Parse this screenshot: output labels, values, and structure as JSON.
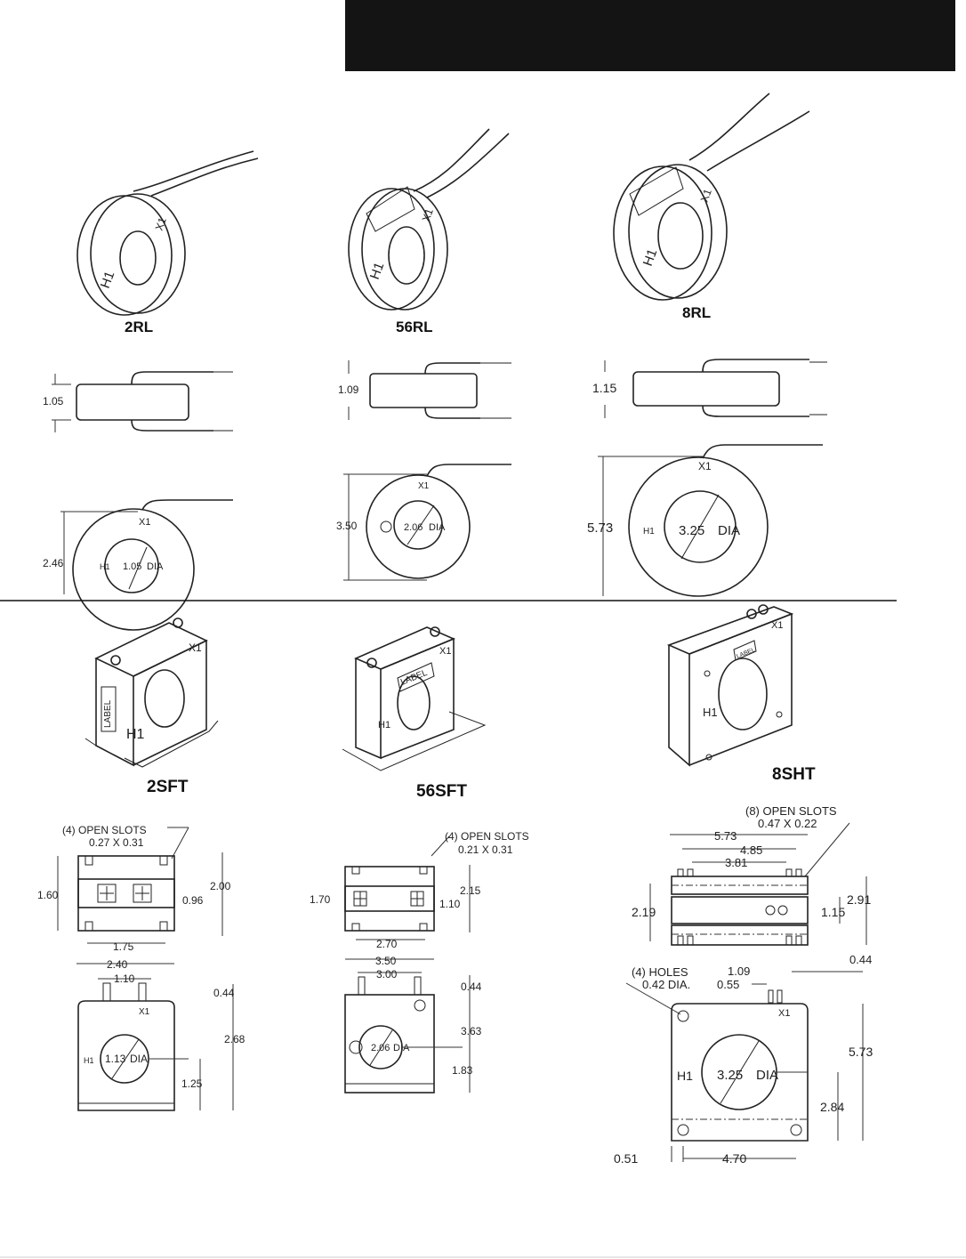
{
  "models": {
    "rl_2": "2RL",
    "rl_56": "56RL",
    "rl_8": "8RL",
    "sft_2": "2SFT",
    "sft_56": "56SFT",
    "sht_8": "8SHT"
  },
  "markings": {
    "x1": "X1",
    "h1": "H1",
    "label": "LABEL"
  },
  "rl_2": {
    "height": "1.05",
    "od": "2.46",
    "id": "1.05",
    "dia": "DIA"
  },
  "rl_56": {
    "height": "1.09",
    "od": "3.50",
    "id": "2.06",
    "dia": "DIA"
  },
  "rl_8": {
    "height": "1.15",
    "od": "5.73",
    "id": "3.25",
    "dia": "DIA"
  },
  "sft_2": {
    "slots_note": "(4) OPEN SLOTS",
    "slots_size": "0.27 X 0.31",
    "d_160": "1.60",
    "d_200": "2.00",
    "d_096": "0.96",
    "d_175": "1.75",
    "d_240": "2.40",
    "d_110": "1.10",
    "d_044": "0.44",
    "d_268": "2.68",
    "d_125": "1.25",
    "id": "1.13",
    "dia": "DIA"
  },
  "sft_56": {
    "slots_note": "(4) OPEN SLOTS",
    "slots_size": "0.21 X 0.31",
    "d_170": "1.70",
    "d_215": "2.15",
    "d_110": "1.10",
    "d_270": "2.70",
    "d_350": "3.50",
    "d_300": "3.00",
    "d_044": "0.44",
    "d_363": "3.63",
    "d_183": "1.83",
    "id": "2.06",
    "dia": "DIA"
  },
  "sht_8": {
    "slots_note": "(8) OPEN SLOTS",
    "slots_size": "0.47 X 0.22",
    "d_573w": "5.73",
    "d_485": "4.85",
    "d_381": "3.81",
    "d_219": "2.19",
    "d_291": "2.91",
    "d_115": "1.15",
    "holes_note": "(4) HOLES",
    "holes_size": "0.42 DIA.",
    "d_109": "1.09",
    "d_055": "0.55",
    "d_044": "0.44",
    "d_573h": "5.73",
    "d_284": "2.84",
    "d_051": "0.51",
    "d_470": "4.70",
    "id": "3.25",
    "dia": "DIA"
  }
}
